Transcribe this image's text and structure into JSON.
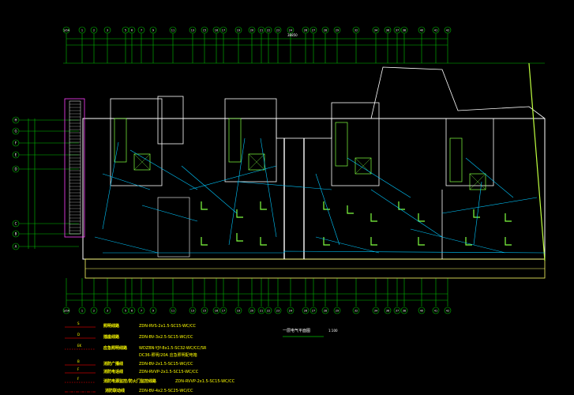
{
  "colors": {
    "background": "#000000",
    "axis": "#00c000",
    "wall": "#ffffff",
    "wiring": "#00c8ff",
    "fixture": "#80ff40",
    "legend_text": "#ffff00",
    "legend_line": "#c00000"
  },
  "axis_top": [
    "1/0A",
    "1",
    "2",
    "3",
    "5",
    "6",
    "7",
    "9",
    "11",
    "13",
    "15",
    "16",
    "17",
    "19",
    "20",
    "21",
    "22",
    "23",
    "24",
    "26",
    "27",
    "28",
    "29",
    "32",
    "34",
    "36",
    "37",
    "38",
    "40",
    "41",
    "42"
  ],
  "axis_left": [
    "H",
    "G",
    "F",
    "E",
    "D",
    "C",
    "B",
    "A"
  ],
  "overall_dimension": "38850",
  "drawing_title": "一层电气平面图",
  "drawing_scale": "1:100",
  "legend": [
    {
      "tag": "S",
      "label": "照明线路",
      "spec": "ZDN-RVS-2x1.5-SC15-WC/CC"
    },
    {
      "tag": "D",
      "label": "插座线路",
      "spec": "ZDN-BV-3x2.5-SC15-WC/CC"
    },
    {
      "tag": "EK",
      "label": "应急照明线路",
      "spec": "WDZBN-YJY-8x1.5-SC32-WC/CC/SR"
    },
    {
      "tag": "",
      "label": "",
      "spec": "DC36-照明/20A 应急照明配电箱"
    },
    {
      "tag": "B",
      "label": "消防广播线",
      "spec": "ZDN-BV-2x1.5-SC15-WC/CC"
    },
    {
      "tag": "F",
      "label": "消防电话线",
      "spec": "ZDN-RVVP-2x1.5-SC15-WC/CC"
    },
    {
      "tag": "F",
      "label": "消防电源监控/防火门监控线路",
      "spec": "ZDN-RVVP-2x1.5-SC15-WC/CC"
    },
    {
      "tag": "",
      "label": "消防联动线",
      "spec": "ZDN-BV-4x2.5-SC25-WC/CC"
    }
  ]
}
